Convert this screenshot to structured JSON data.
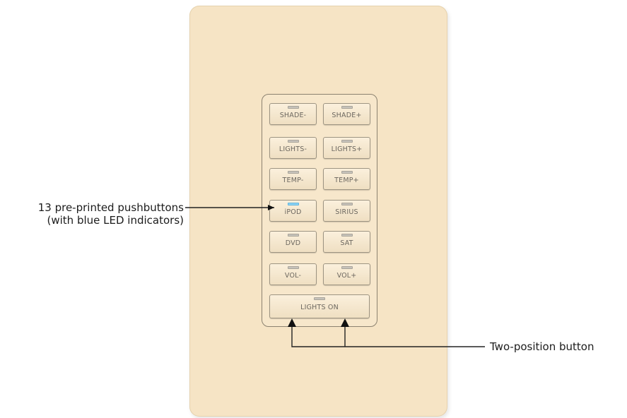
{
  "callouts": {
    "pushbuttons_line1": "13 pre-printed pushbuttons",
    "pushbuttons_line2": "(with blue LED indicators)",
    "two_position": "Two-position button"
  },
  "keypad": {
    "buttons": [
      {
        "label": "SHADE-",
        "led_on": false
      },
      {
        "label": "SHADE+",
        "led_on": false
      },
      {
        "label": "LIGHTS-",
        "led_on": false
      },
      {
        "label": "LIGHTS+",
        "led_on": false
      },
      {
        "label": "TEMP-",
        "led_on": false
      },
      {
        "label": "TEMP+",
        "led_on": false
      },
      {
        "label": "iPOD",
        "led_on": true
      },
      {
        "label": "SIRIUS",
        "led_on": false
      },
      {
        "label": "DVD",
        "led_on": false
      },
      {
        "label": "SAT",
        "led_on": false
      },
      {
        "label": "VOL-",
        "led_on": false
      },
      {
        "label": "VOL+",
        "led_on": false
      },
      {
        "label": "LIGHTS ON",
        "led_on": false
      }
    ],
    "led_on_color": "#8fd4f4",
    "plate_color": "#f6e4c5"
  }
}
